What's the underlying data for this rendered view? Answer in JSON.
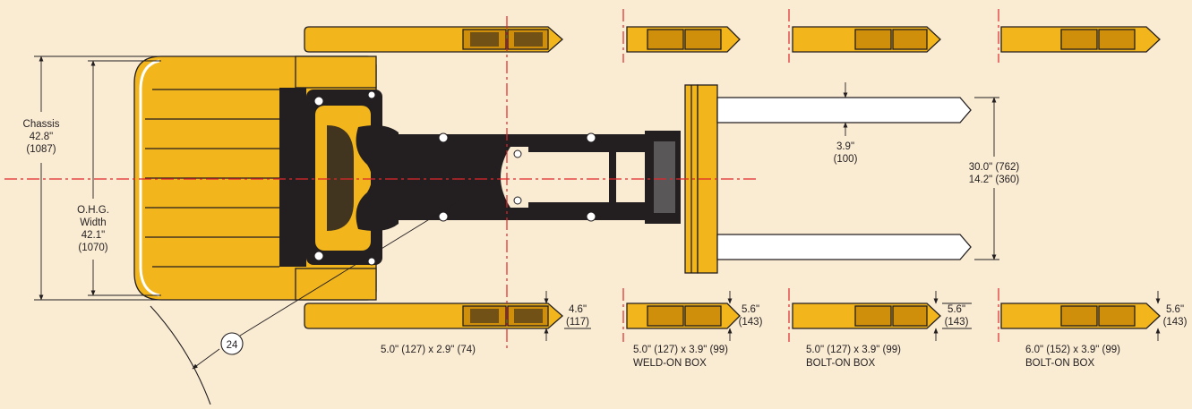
{
  "colors": {
    "background": "#faebd3",
    "body_yellow": "#f2b51c",
    "body_shade": "#d08f0a",
    "outline": "#231f20",
    "centerline_red": "#e0262b",
    "fork_white": "#ffffff"
  },
  "dimensions": {
    "chassis": {
      "label": "Chassis",
      "inches": "42.8\"",
      "mm": "(1087)"
    },
    "ohg_width": {
      "line1": "O.H.G.",
      "line2": "Width",
      "inches": "42.1\"",
      "mm": "(1070)"
    },
    "fork_thickness": {
      "inches": "3.9\"",
      "mm": "(100)"
    },
    "fork_spread": {
      "line1": "30.0\" (762)",
      "line2": "14.2\" (360)"
    },
    "turn_radius_marker": "24"
  },
  "outrigger_options": [
    {
      "height_in": "4.6\"",
      "height_mm": "(117)",
      "size": "5.0\" (127) x 2.9\" (74)",
      "type": ""
    },
    {
      "height_in": "5.6\"",
      "height_mm": "(143)",
      "size": "5.0\" (127) x 3.9\" (99)",
      "type": "WELD-ON BOX"
    },
    {
      "height_in": "5.6\"",
      "height_mm": "(143)",
      "size": "5.0\" (127) x 3.9\" (99)",
      "type": "BOLT-ON BOX"
    },
    {
      "height_in": "5.6\"",
      "height_mm": "(143)",
      "size": "6.0\" (152) x 3.9\" (99)",
      "type": "BOLT-ON BOX"
    }
  ]
}
